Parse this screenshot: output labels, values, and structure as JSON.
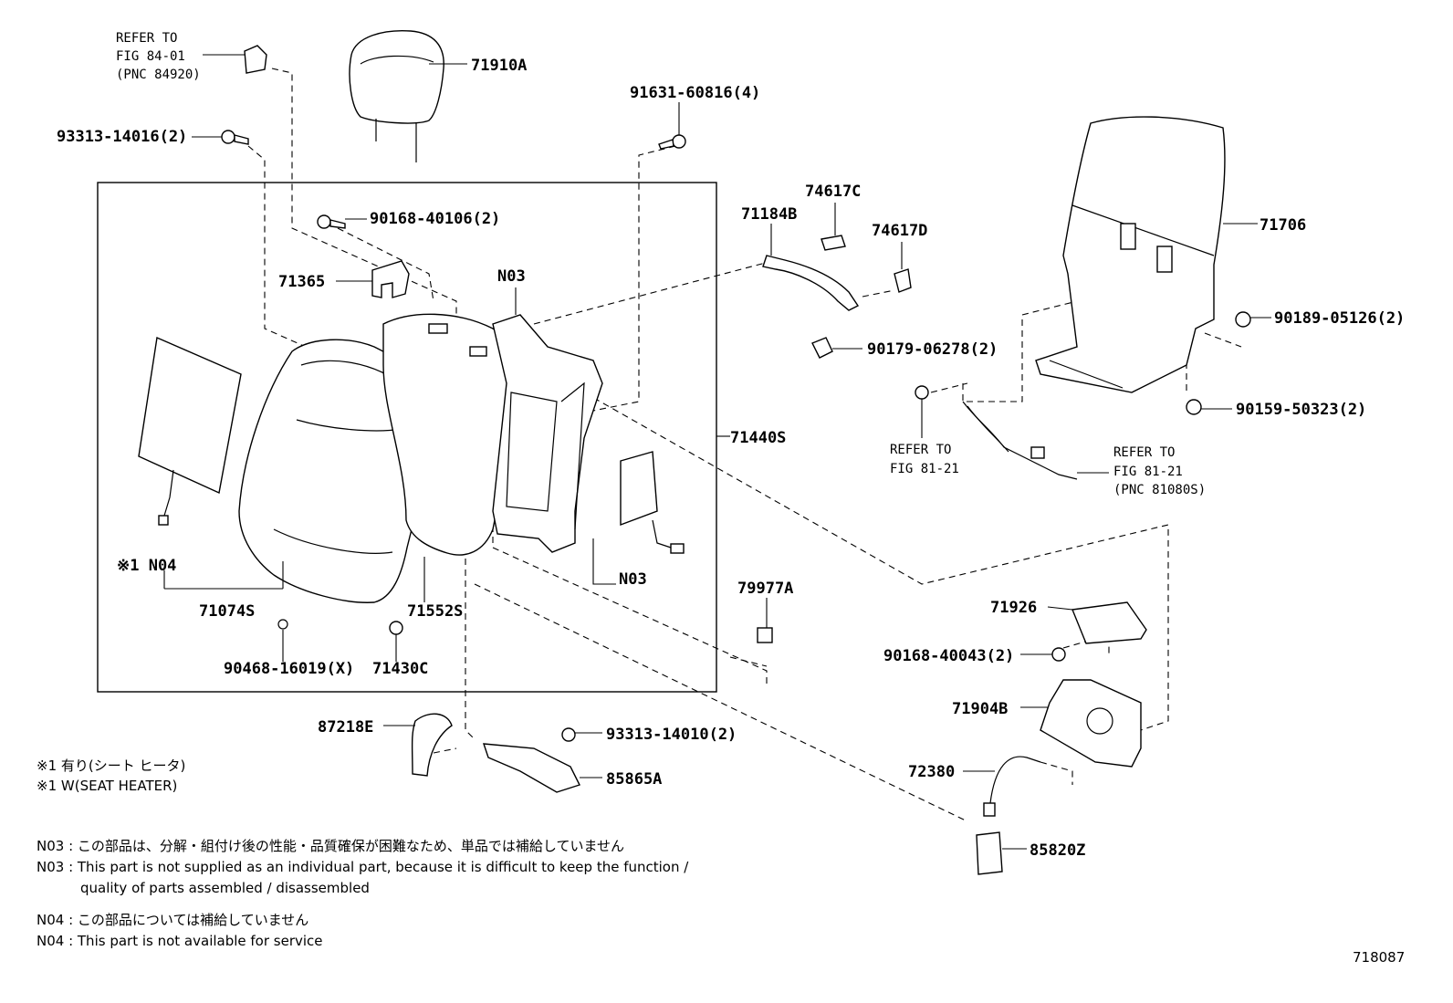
{
  "labels": {
    "refer_fig84_l1": "REFER TO",
    "refer_fig84_l2": "FIG 84-01",
    "refer_fig84_l3": "(PNC 84920)",
    "p71910A": "71910A",
    "p91631": "91631-60816(4)",
    "p93313_14016": "93313-14016(2)",
    "p90168_40106": "90168-40106(2)",
    "p71365": "71365",
    "pN03_top": "N03",
    "p71184B": "71184B",
    "p74617C": "74617C",
    "p74617D": "74617D",
    "p71706": "71706",
    "p90189": "90189-05126(2)",
    "p90179": "90179-06278(2)",
    "p90159": "90159-50323(2)",
    "refer_fig81a_l1": "REFER TO",
    "refer_fig81a_l2": "FIG 81-21",
    "refer_fig81b_l1": "REFER TO",
    "refer_fig81b_l2": "FIG 81-21",
    "refer_fig81b_l3": "(PNC 81080S)",
    "p71440S": "71440S",
    "pN04": "※1 N04",
    "p71074S": "71074S",
    "p71552S": "71552S",
    "pN03_bottom": "N03",
    "p79977A": "79977A",
    "p90468": "90468-16019(X)",
    "p71430C": "71430C",
    "p71926": "71926",
    "p90168_40043": "90168-40043(2)",
    "p71904B": "71904B",
    "p87218E": "87218E",
    "p93313_14010": "93313-14010(2)",
    "p85865A": "85865A",
    "p72380": "72380",
    "p85820Z": "85820Z"
  },
  "notes": {
    "n1_jp": "※1 有り(シート ヒータ)",
    "n1_en": "※1 W(SEAT HEATER)",
    "n03_jp": "N03 : この部品は、分解・組付け後の性能・品質確保が困難なため、単品では補給していません",
    "n03_en1": "N03 : This part is not supplied as an individual part, because it is difficult to keep the function /",
    "n03_en2": "quality of parts assembled / disassembled",
    "n04_jp": "N04 : この部品については補給していません",
    "n04_en": "N04 : This part is not available for service"
  },
  "figure_number": "718087"
}
